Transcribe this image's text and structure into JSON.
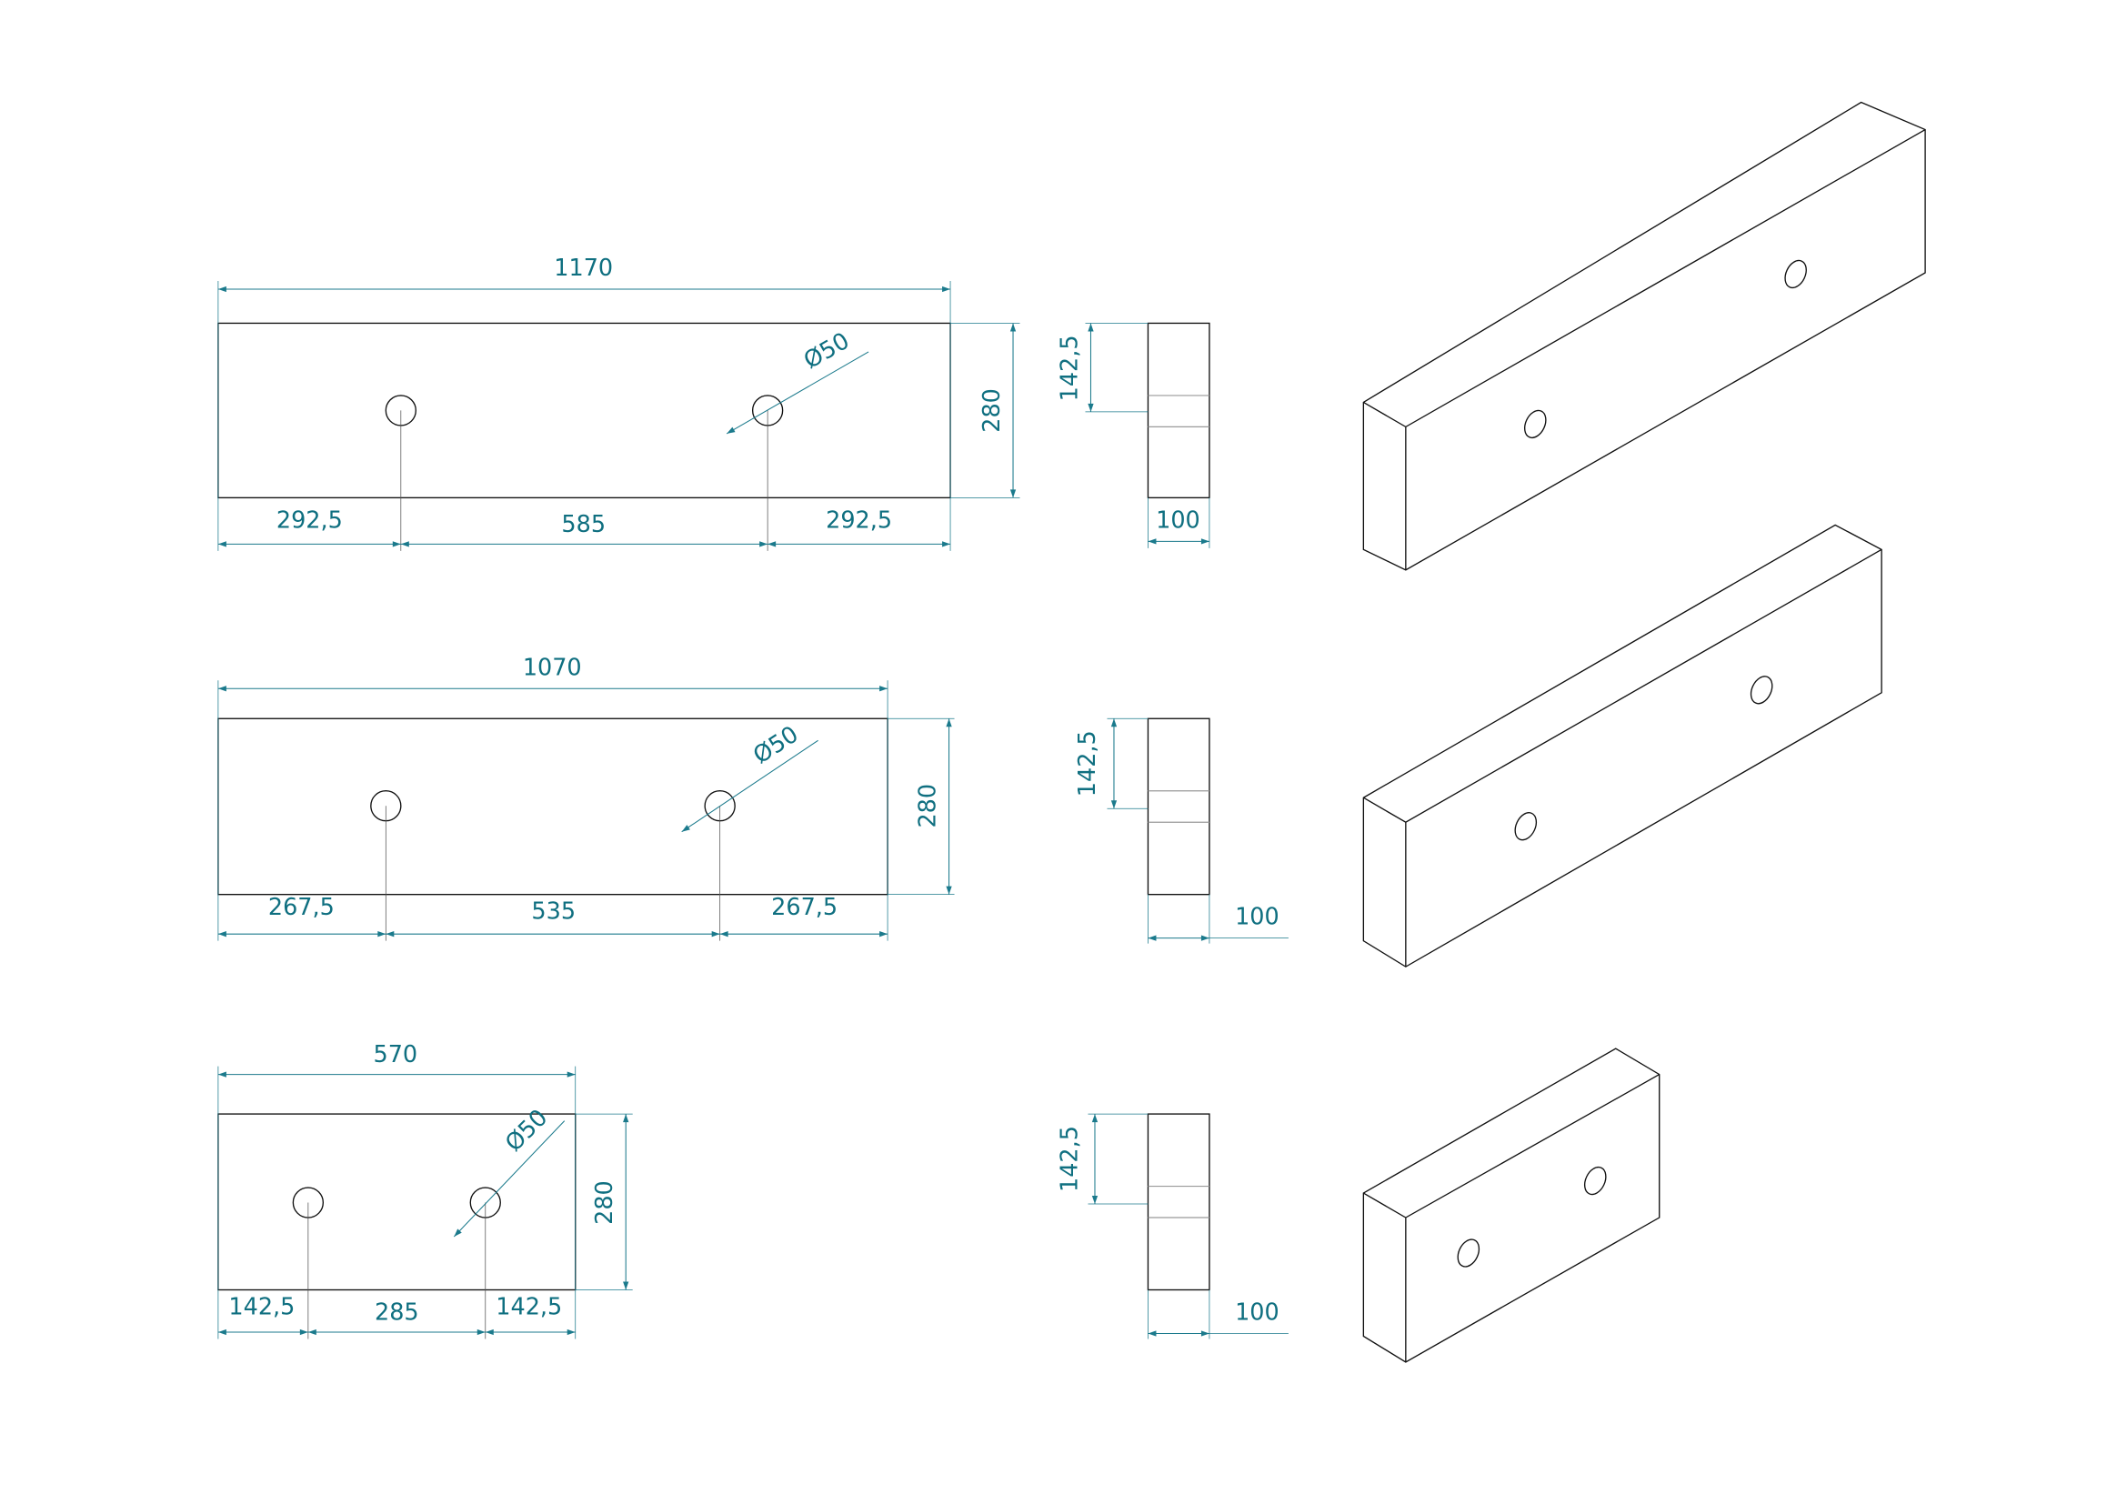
{
  "colors": {
    "dimension": "#1b7a8c",
    "outline": "#111111"
  },
  "views": [
    {
      "overall_width": "1170",
      "height": "280",
      "offset_left": "292,5",
      "hole_spacing": "585",
      "offset_right": "292,5",
      "hole_diameter": "Ø50",
      "side_hole_height": "142,5",
      "thickness": "100"
    },
    {
      "overall_width": "1070",
      "height": "280",
      "offset_left": "267,5",
      "hole_spacing": "535",
      "offset_right": "267,5",
      "hole_diameter": "Ø50",
      "side_hole_height": "142,5",
      "thickness": "100"
    },
    {
      "overall_width": "570",
      "height": "280",
      "offset_left": "142,5",
      "hole_spacing": "285",
      "offset_right": "142,5",
      "hole_diameter": "Ø50",
      "side_hole_height": "142,5",
      "thickness": "100"
    }
  ]
}
